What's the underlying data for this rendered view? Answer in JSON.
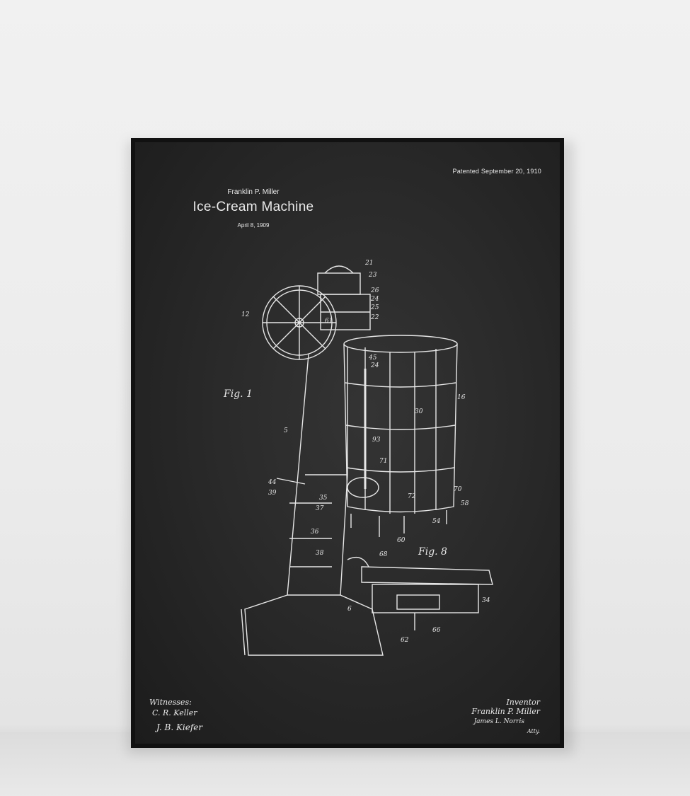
{
  "poster": {
    "patented": "Patented September 20, 1910",
    "inventor": "Franklin P. Miller",
    "title": "Ice-Cream Machine",
    "filed": "April 8, 1909"
  },
  "drawing": {
    "figures": [
      "Fig. 1",
      "Fig. 8"
    ],
    "reference_numbers": [
      "21",
      "23",
      "26",
      "24",
      "25",
      "22",
      "12",
      "61",
      "5",
      "44",
      "39",
      "37",
      "36",
      "38",
      "35",
      "45",
      "24",
      "30",
      "16",
      "93",
      "71",
      "72",
      "70",
      "58",
      "54",
      "60",
      "68",
      "6",
      "34",
      "66",
      "62"
    ]
  },
  "signatures": {
    "witnesses_label": "Witnesses:",
    "witness_1": "C. R. Keller",
    "witness_2": "J. B. Kiefer",
    "inventor_label": "Inventor",
    "inventor_name": "Franklin P. Miller",
    "attorney": "James L. Norris",
    "attorney_label": "Atty."
  }
}
